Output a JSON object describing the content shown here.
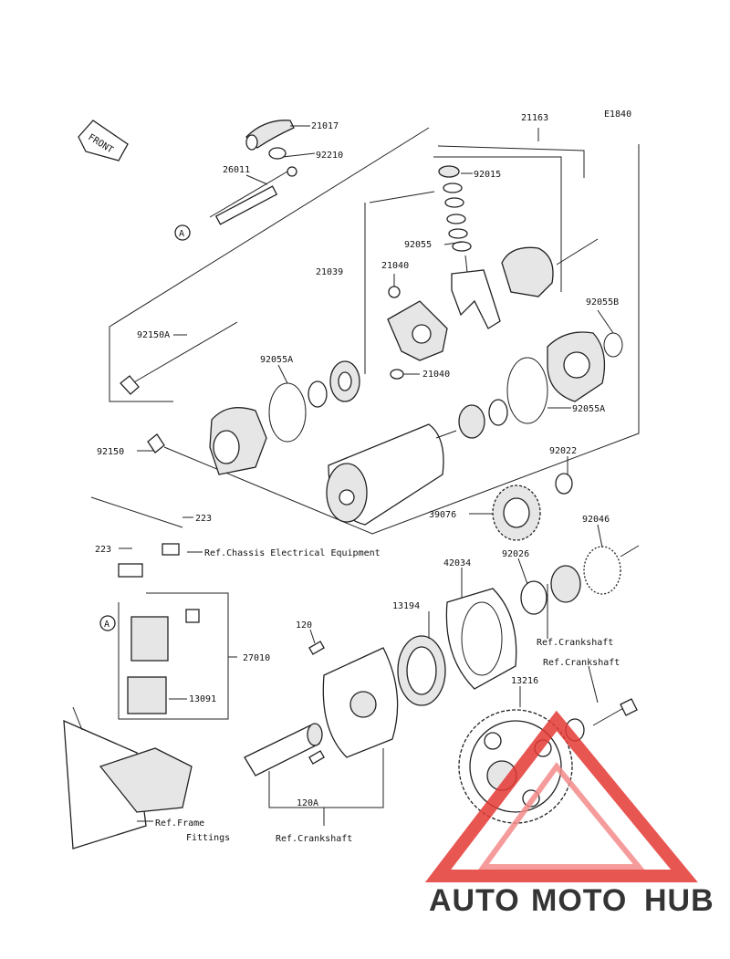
{
  "diagram": {
    "code": "E1840",
    "front_label": "FRONT",
    "parts": {
      "p21017": "21017",
      "p92210": "92210",
      "p26011": "26011",
      "p21163": "21163",
      "p92015": "92015",
      "p92055": "92055",
      "p21039": "21039",
      "p21040a": "21040",
      "p21040b": "21040",
      "p92055B": "92055B",
      "p92150A": "92150A",
      "p92055A_left": "92055A",
      "p92055A_right": "92055A",
      "p92150": "92150",
      "p92022": "92022",
      "p223a": "223",
      "p223b": "223",
      "p39076": "39076",
      "p92046": "92046",
      "p42034": "42034",
      "p92026": "92026",
      "p13194": "13194",
      "p120": "120",
      "p27010": "27010",
      "p13091": "13091",
      "p13216": "13216",
      "p120A": "120A"
    },
    "refs": {
      "chassis": "Ref.Chassis Electrical Equipment",
      "crank1": "Ref.Crankshaft",
      "crank2": "Ref.Crankshaft",
      "crank3": "Ref.Crankshaft",
      "frame1": "Ref.Frame",
      "frame2": "Fittings"
    },
    "callout_a1": "A",
    "callout_a2": "A"
  },
  "watermark": {
    "text_part1": "AUTO",
    "text_part2": "MOTO",
    "text_part3": "HUB",
    "color_orange": "#f5a623",
    "color_red": "#e53935",
    "color_gray": "#555555"
  }
}
